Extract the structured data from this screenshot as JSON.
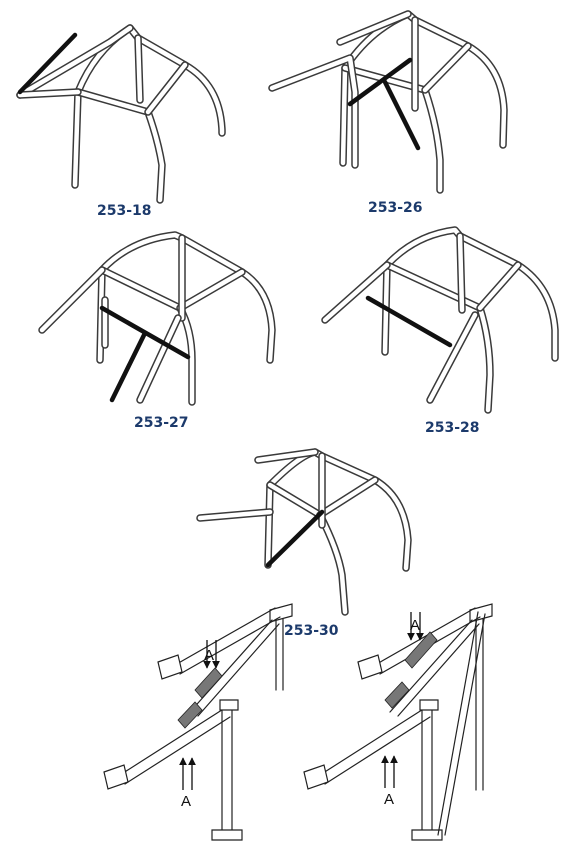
{
  "figures": [
    {
      "id": "cage-1",
      "label": "253-18"
    },
    {
      "id": "cage-2",
      "label": "253-26"
    },
    {
      "id": "cage-3",
      "label": "253-27"
    },
    {
      "id": "cage-4",
      "label": "253-28"
    },
    {
      "id": "cage-5",
      "label": "253-30"
    }
  ],
  "detail": {
    "left_arrow_label_top": "A",
    "left_arrow_label_bottom": "A",
    "right_arrow_label_top": "A",
    "right_arrow_label_bottom": "A"
  },
  "colors": {
    "label": "#1c3a6b",
    "tube_outline": "#3a3a3a",
    "brace": "#111111"
  }
}
